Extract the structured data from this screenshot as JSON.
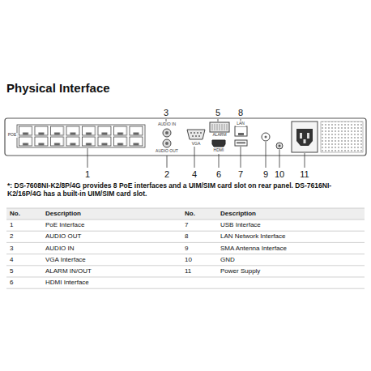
{
  "diagram": {
    "title": "Physical Interface",
    "labels": [
      "POE",
      "AUDIO IN",
      "AUDIO OUT",
      "VGA",
      "ALARM",
      "HDMI",
      "LAN",
      "3",
      "5",
      "8",
      "1",
      "2",
      "4",
      "6",
      "7",
      "9",
      "10",
      "11",
      "*: DS-7608NI-K2/8P/4G provides 8 PoE interfaces and a UIM/SIM card slot on rear panel. DS-7616NI-K2/16P/4G has a built-in UIM/SIM card slot.",
      "No.",
      "Description",
      "No.",
      "Description",
      "1",
      "PoE Interface",
      "7",
      "USB Interface",
      "2",
      "AUDIO OUT",
      "8",
      "LAN Network Interface",
      "3",
      "AUDIO IN",
      "9",
      "SMA Antenna Interface",
      "4",
      "VGA Interface",
      "10",
      "GND",
      "5",
      "ALARM IN/OUT",
      "11",
      "Power Supply",
      "6",
      "HDMI Interface"
    ]
  }
}
